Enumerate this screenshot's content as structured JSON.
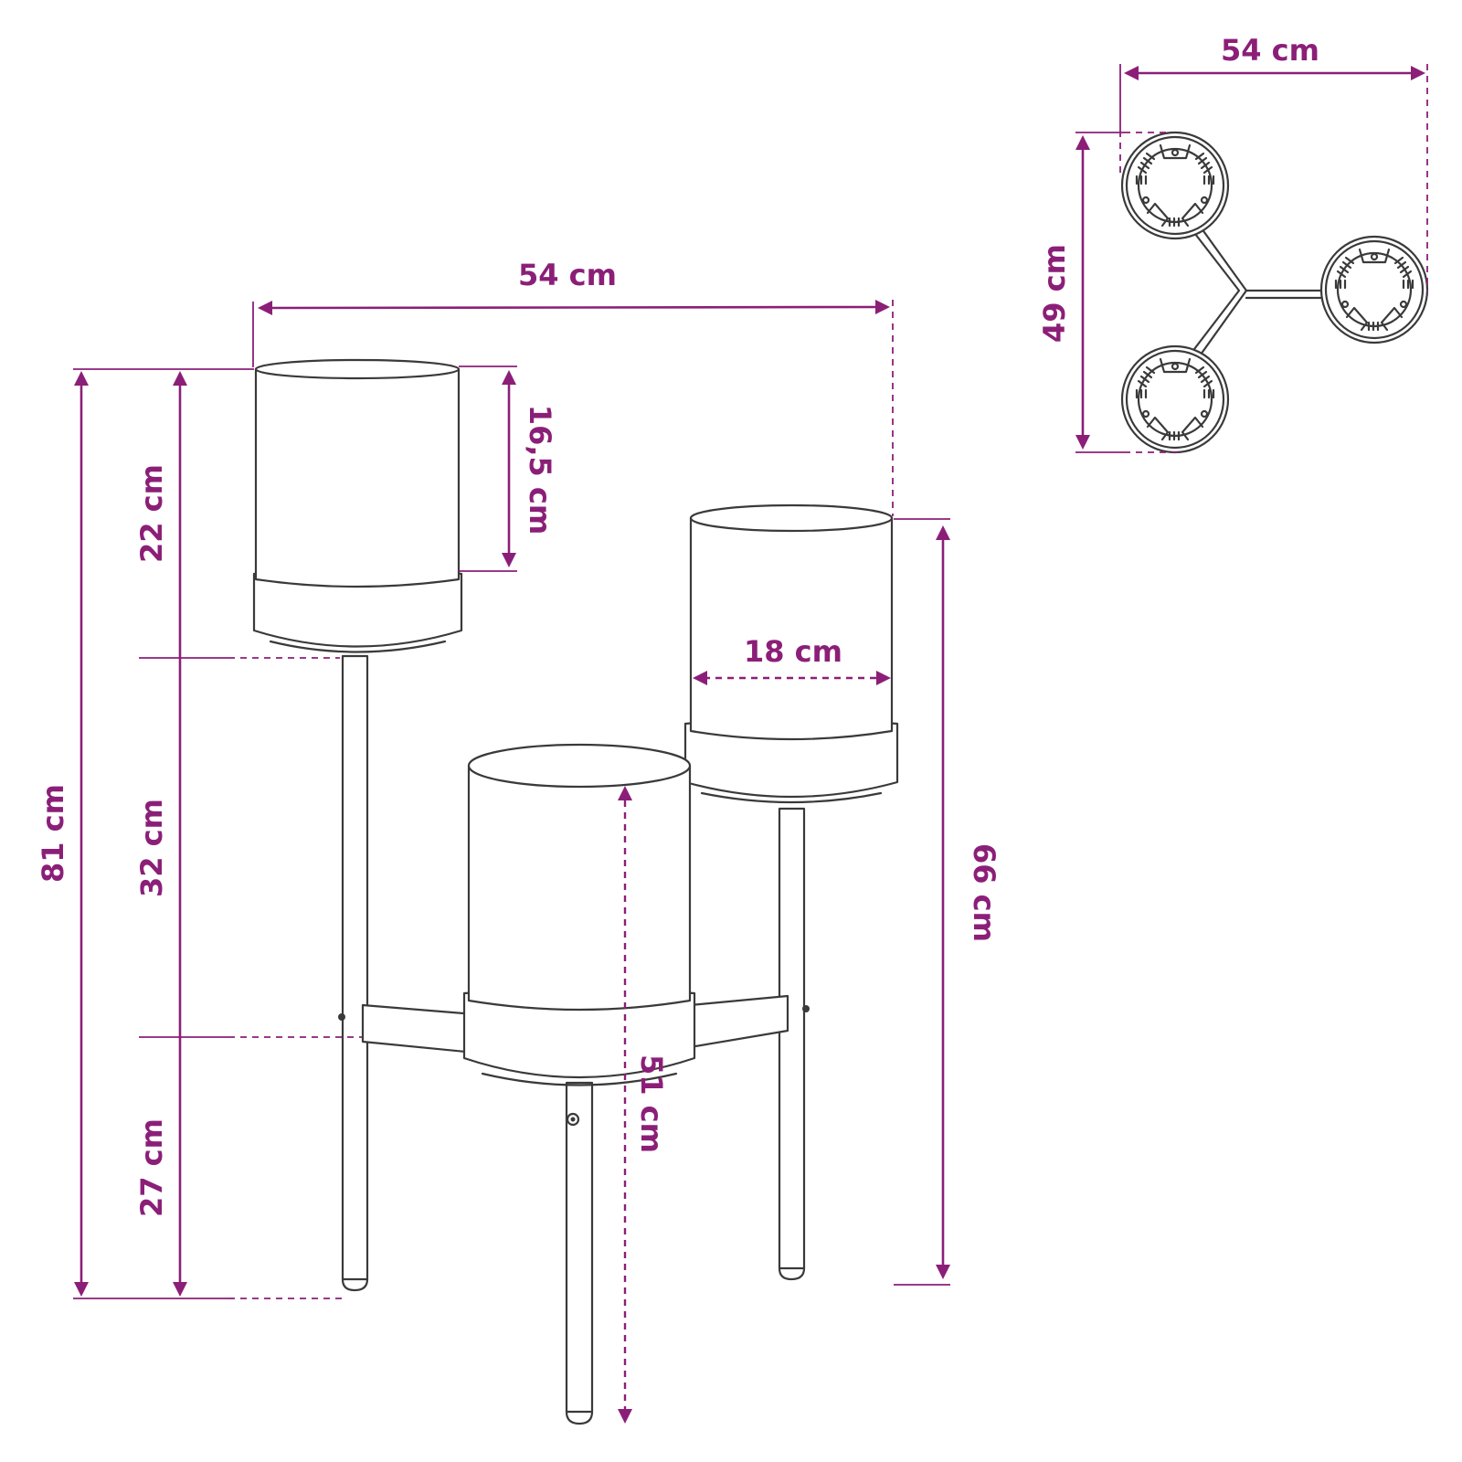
{
  "colors": {
    "dimension": "#8b1f78",
    "outline": "#3a3a3a",
    "background": "#ffffff"
  },
  "dimensions": {
    "front_width": "54 cm",
    "top_width": "54 cm",
    "top_depth": "49 cm",
    "total_height": "81 cm",
    "upper_section": "22 cm",
    "middle_section": "32 cm",
    "lower_section": "27 cm",
    "pot_height": "16,5 cm",
    "pot_diameter": "18 cm",
    "right_height": "66 cm",
    "center_height": "51 cm"
  }
}
